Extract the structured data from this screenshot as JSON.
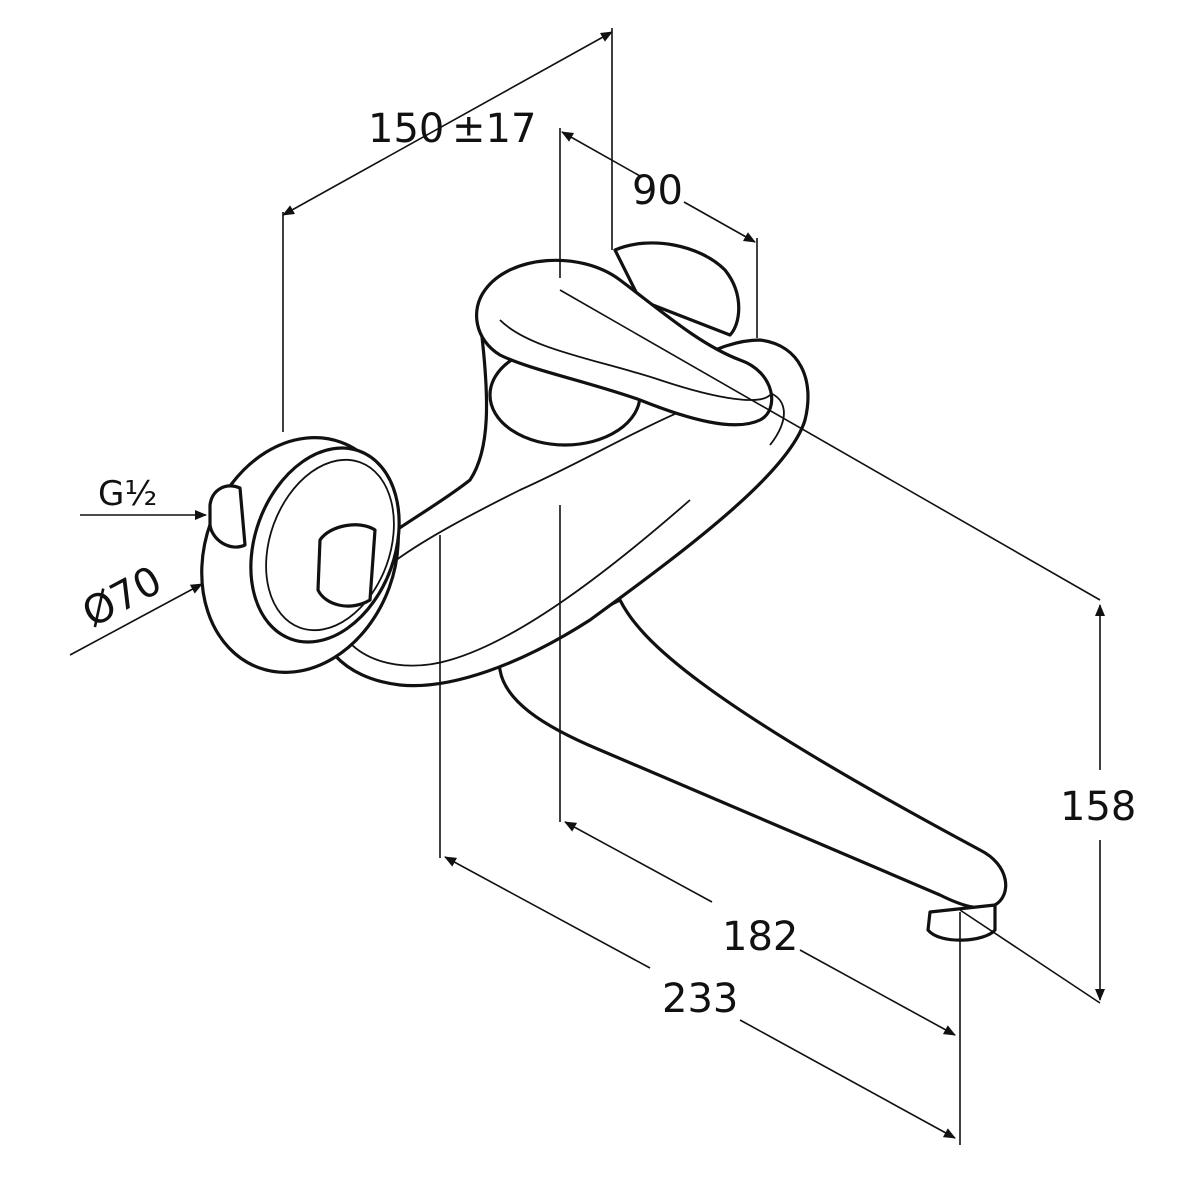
{
  "drawing": {
    "dimensions": {
      "projection": "150",
      "projection_tolerance": "±17",
      "lever_offset": "90",
      "spout_height": "158",
      "spout_reach_inner": "182",
      "spout_reach_outer": "233",
      "thread": "G½",
      "rosette_diameter": "Ø70"
    }
  }
}
